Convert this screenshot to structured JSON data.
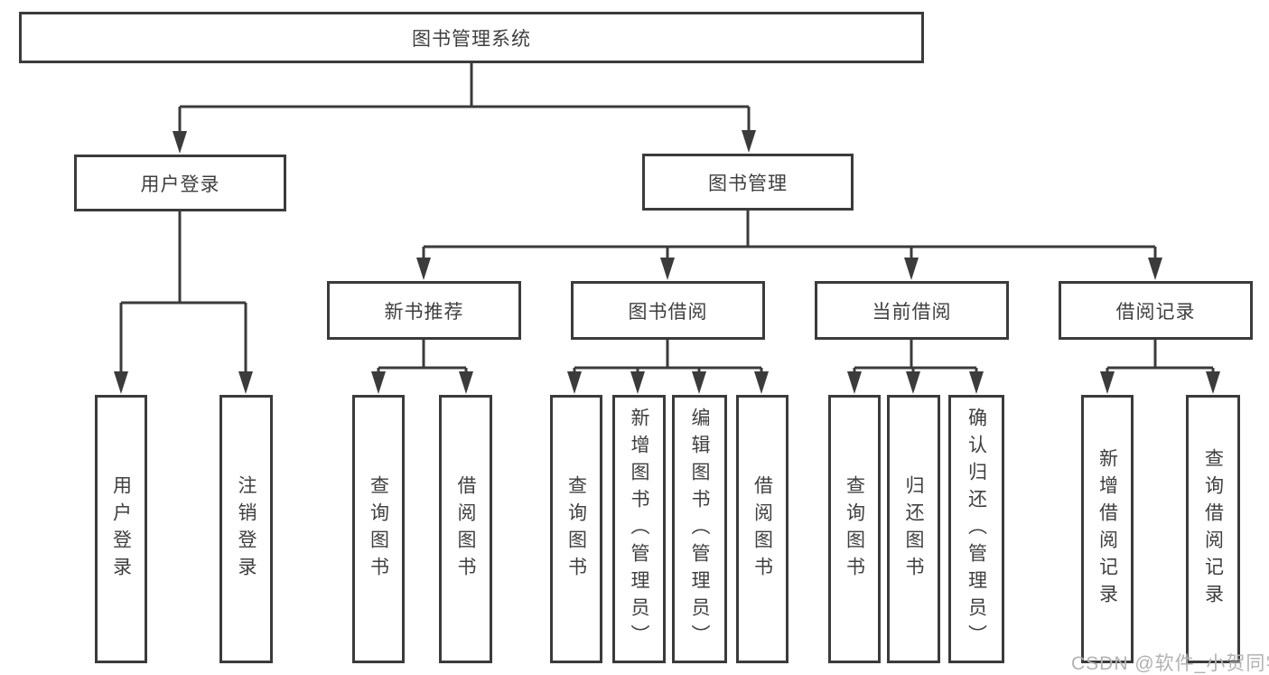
{
  "colors": {
    "line": "#3b3b3b",
    "text": "#3f3f3f",
    "box_background": "#ffffff",
    "watermark": "#b2b2b2"
  },
  "diagram": {
    "root": "图书管理系统",
    "level2": {
      "user": "用户登录",
      "books": "图书管理"
    },
    "level3": {
      "recommend": "新书推荐",
      "borrow": "图书借阅",
      "current": "当前借阅",
      "records": "借阅记录"
    },
    "leaves": {
      "user": [
        "用户登录",
        "注销登录"
      ],
      "recommend": [
        "查询图书",
        "借阅图书"
      ],
      "borrow": [
        "查询图书",
        "新增图书（管理员）",
        "编辑图书（管理员）",
        "借阅图书"
      ],
      "current": [
        "查询图书",
        "归还图书",
        "确认归还（管理员）"
      ],
      "records": [
        "新增借阅记录",
        "查询借阅记录"
      ]
    }
  },
  "watermark": "CSDN @软件_小贺同学"
}
